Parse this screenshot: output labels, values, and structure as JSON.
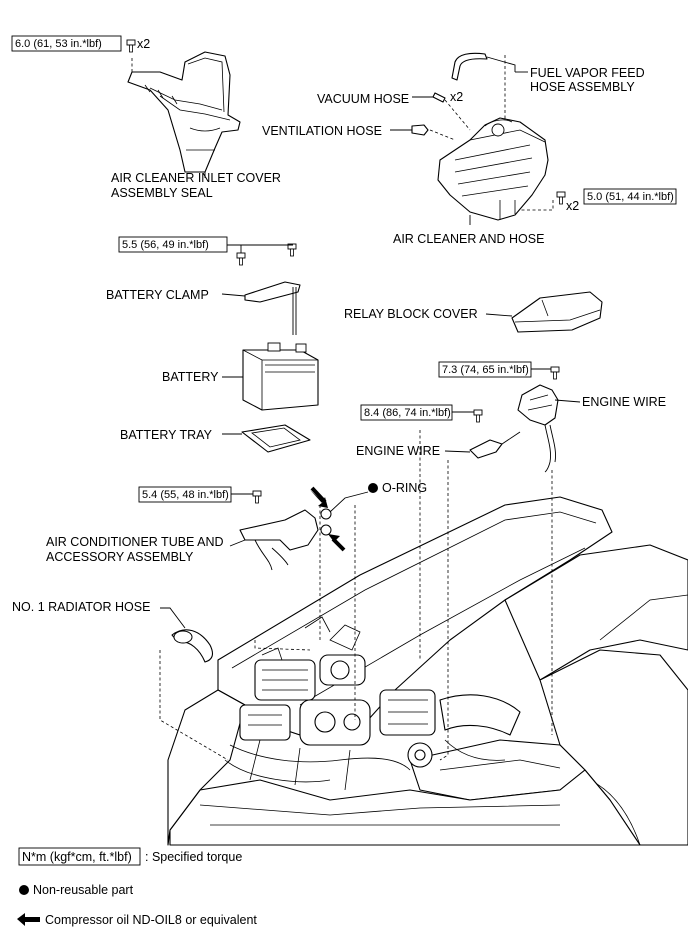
{
  "labels": {
    "air_cleaner_inlet_cover_line1": "AIR CLEANER INLET COVER",
    "air_cleaner_inlet_cover_line2": "ASSEMBLY SEAL",
    "fuel_vapor_line1": "FUEL VAPOR FEED",
    "fuel_vapor_line2": "HOSE ASSEMBLY",
    "vacuum_hose": "VACUUM HOSE",
    "ventilation_hose": "VENTILATION HOSE",
    "air_cleaner_and_hose": "AIR CLEANER AND HOSE",
    "battery_clamp": "BATTERY CLAMP",
    "relay_block_cover": "RELAY BLOCK COVER",
    "battery": "BATTERY",
    "engine_wire_upper": "ENGINE WIRE",
    "battery_tray": "BATTERY TRAY",
    "engine_wire_lower": "ENGINE WIRE",
    "o_ring": "O-RING",
    "ac_tube_line1": "AIR CONDITIONER TUBE AND",
    "ac_tube_line2": "ACCESSORY ASSEMBLY",
    "radiator_hose": "NO. 1 RADIATOR HOSE"
  },
  "torques": {
    "inlet_cover": "6.0 (61, 53 in.*lbf)",
    "air_cleaner": "5.0 (51, 44 in.*lbf)",
    "battery_clamp": "5.5 (56, 49 in.*lbf)",
    "engine_wire_upper": "7.3 (74, 65 in.*lbf)",
    "engine_wire_lower": "8.4 (86, 74 in.*lbf)",
    "ac_tube": "5.4 (55, 48 in.*lbf)"
  },
  "counts": {
    "inlet_cover_x": "x2",
    "vacuum_hose_x": "x2",
    "air_cleaner_x": "x2"
  },
  "legend": {
    "torque_box": "N*m (kgf*cm, ft.*lbf)",
    "torque_desc": ": Specified torque",
    "non_reusable": "Non-reusable part",
    "compressor_oil": "Compressor oil ND-OIL8 or equivalent"
  },
  "icons": {
    "bolt": "bolt-icon",
    "non_reusable": "filled-circle-icon",
    "oil": "black-arrow-icon"
  }
}
